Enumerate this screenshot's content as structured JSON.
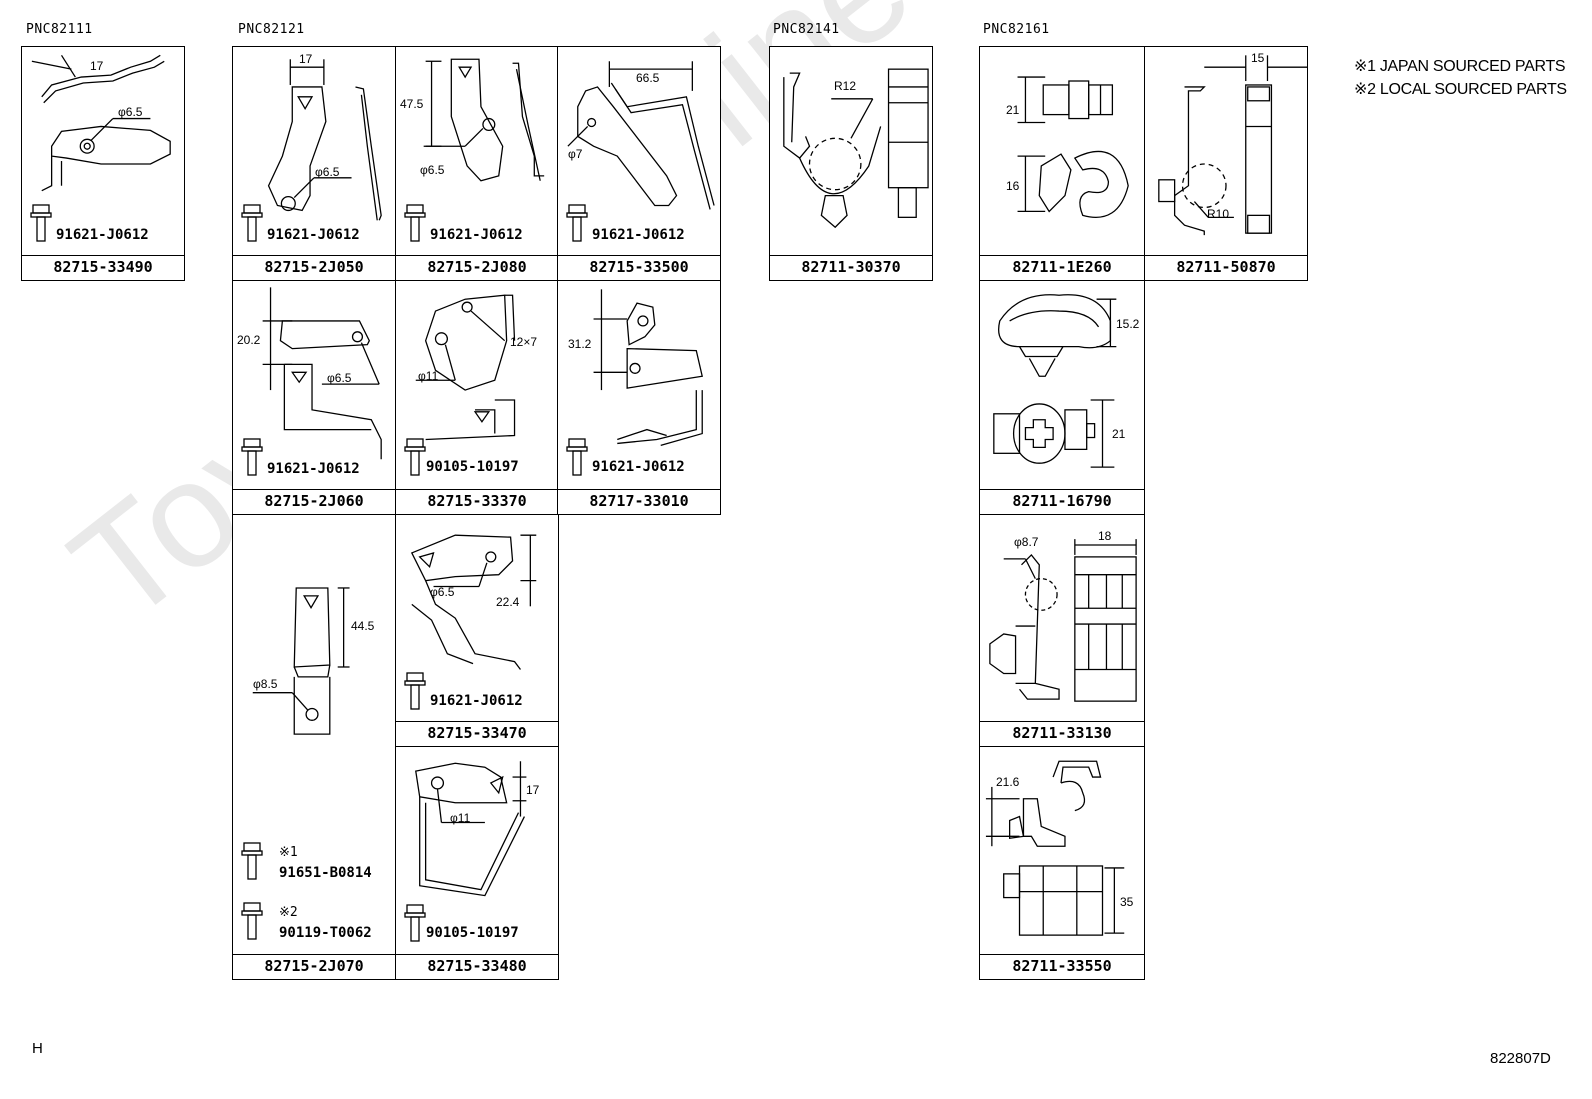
{
  "pnc": [
    "PNC82111",
    "PNC82121",
    "PNC82141",
    "PNC82161"
  ],
  "watermark": "ToyotaCarMine.ru",
  "notes": [
    "※1 JAPAN SOURCED PARTS",
    "※2 LOCAL SOURCED PARTS"
  ],
  "corner_left": "H",
  "corner_right": "822807D",
  "cells": {
    "c1": {
      "part": "82715-33490",
      "bolt": "91621-J0612",
      "dims": [
        "17",
        "φ6.5"
      ]
    },
    "c2": {
      "part": "82715-2J050",
      "bolt": "91621-J0612",
      "dims": [
        "17",
        "φ6.5"
      ]
    },
    "c3": {
      "part": "82715-2J080",
      "bolt": "91621-J0612",
      "dims": [
        "47.5",
        "φ6.5"
      ]
    },
    "c4": {
      "part": "82715-33500",
      "bolt": "91621-J0612",
      "dims": [
        "66.5",
        "φ7"
      ]
    },
    "c5": {
      "part": "82715-2J060",
      "bolt": "91621-J0612",
      "dims": [
        "20.2",
        "φ6.5"
      ]
    },
    "c6": {
      "part": "82715-33370",
      "bolt": "90105-10197",
      "dims": [
        "12×7",
        "φ11"
      ]
    },
    "c7": {
      "part": "82717-33010",
      "bolt": "91621-J0612",
      "dims": [
        "31.2"
      ]
    },
    "c8": {
      "part": "82715-2J070",
      "bolt1": "91651-B0814",
      "bolt2": "90119-T0062",
      "mark1": "※1",
      "mark2": "※2",
      "dims": [
        "44.5",
        "φ8.5"
      ]
    },
    "c9": {
      "part": "82715-33470",
      "bolt": "91621-J0612",
      "dims": [
        "φ6.5",
        "22.4"
      ]
    },
    "c10": {
      "part": "82715-33480",
      "bolt": "90105-10197",
      "dims": [
        "17",
        "φ11"
      ]
    },
    "c11": {
      "part": "82711-30370",
      "dims": [
        "R12"
      ]
    },
    "c12": {
      "part": "82711-1E260",
      "dims": [
        "21",
        "16"
      ]
    },
    "c13": {
      "part": "82711-50870",
      "dims": [
        "15",
        "R10"
      ]
    },
    "c14": {
      "part": "82711-16790",
      "dims": [
        "15.2",
        "21"
      ]
    },
    "c15": {
      "part": "82711-33130",
      "dims": [
        "φ8.7",
        "18"
      ]
    },
    "c16": {
      "part": "82711-33550",
      "dims": [
        "21.6",
        "35"
      ]
    }
  }
}
